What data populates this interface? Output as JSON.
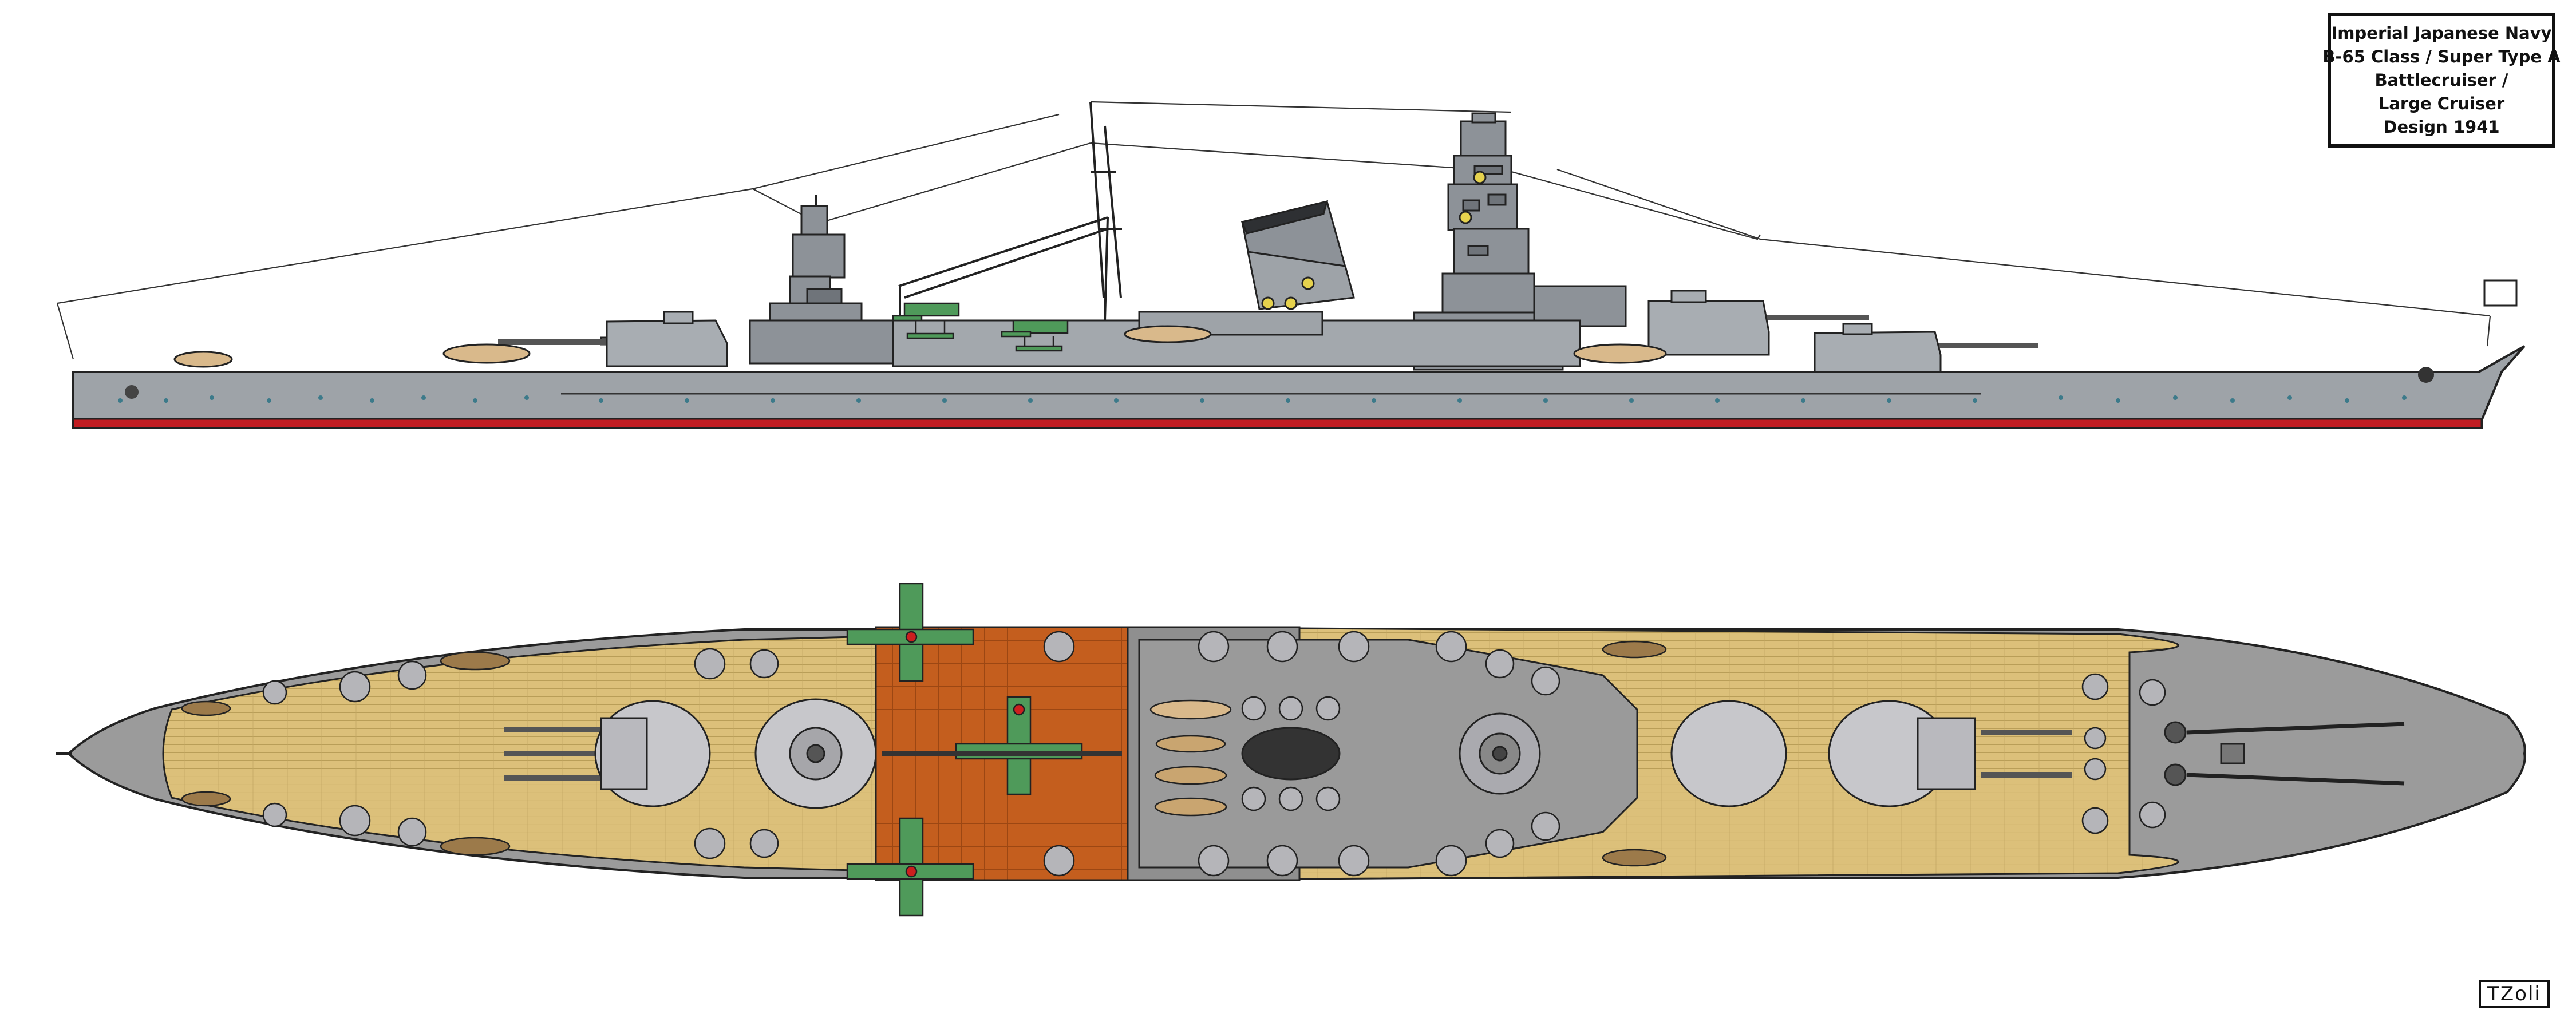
{
  "title_block": {
    "lines": [
      "Imperial Japanese Navy",
      "B-65 Class / Super Type A",
      "Battlecruiser /",
      "Large Cruiser",
      "Design 1941"
    ]
  },
  "signature": "TZoli",
  "colors": {
    "hull_gray": "#9ea3a8",
    "superstructure_gray": "#8d9298",
    "boot_topping_red": "#c21d22",
    "wood_deck": "#dcc07a",
    "linoleum_deck": "#c45e1e",
    "steel_deck": "#8f8f8f",
    "aircraft_green": "#4f9a5a",
    "hinomaru_red": "#cc1f1f",
    "outline": "#222222"
  }
}
